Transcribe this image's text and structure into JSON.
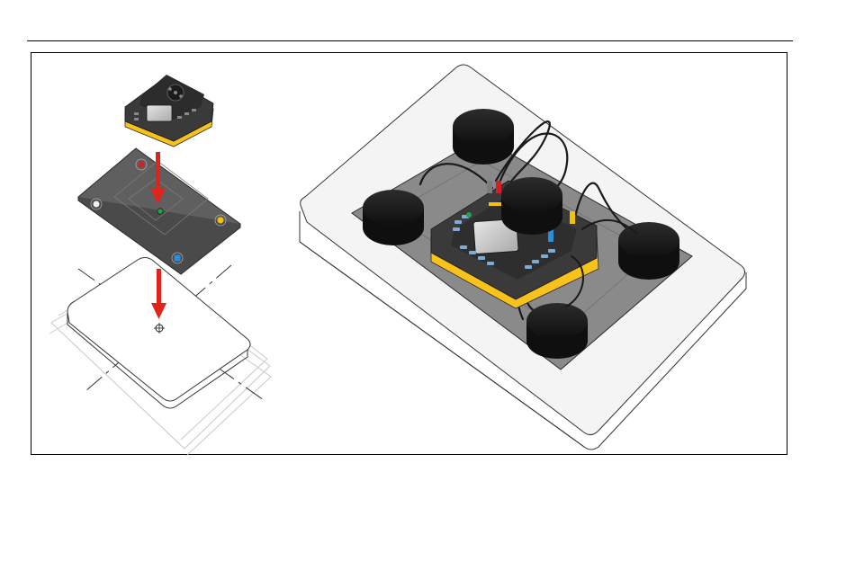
{
  "figure": {
    "left_panel": {
      "steps": [
        "place-tester-on-adapter-plate",
        "place-adapter-plate-on-surface-center"
      ]
    },
    "right_panel": {
      "weights_count": 5
    },
    "colors": {
      "tester_yellow": "#f7c21b",
      "tester_body": "#3a3a3a",
      "arrow_red": "#e2231a",
      "plate_dark": "#5f5f5f",
      "probe_gray": "#8a8a8a",
      "connector_red": "#d0202a",
      "connector_green": "#2a9d48",
      "connector_yellow": "#f2c200",
      "connector_blue": "#2a8fd8",
      "connector_white": "#f0f0f0"
    }
  }
}
